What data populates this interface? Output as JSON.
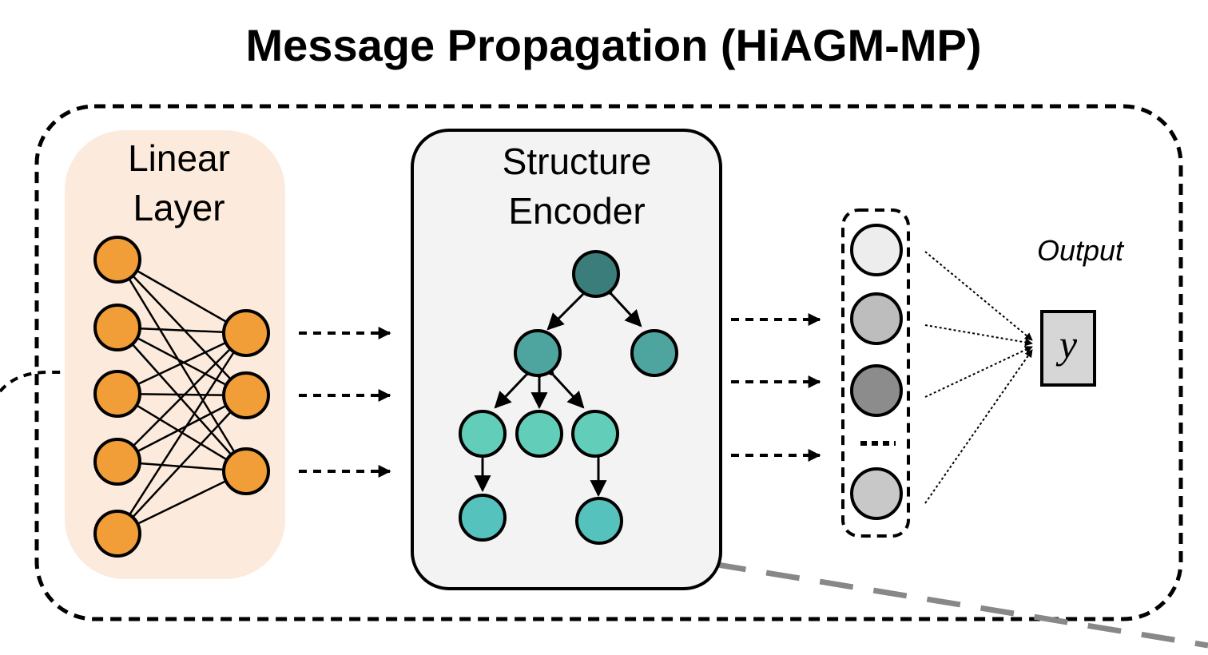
{
  "title": "Message Propagation (HiAGM-MP)",
  "linear_layer": {
    "label_line1": "Linear",
    "label_line2": "Layer"
  },
  "structure_encoder": {
    "label_line1": "Structure",
    "label_line2": "Encoder"
  },
  "output": {
    "label": "Output",
    "symbol": "y"
  },
  "colors": {
    "orange_node": "#F19D38",
    "linear_bg": "#FCEBDC",
    "encoder_bg": "#F3F3F3",
    "tree_root": "#3A7D7A",
    "tree_level1": "#4EA59F",
    "tree_level2": "#62CDB9",
    "tree_level3": "#56C2BE",
    "output_box": "#D6D6D6",
    "gray_node_1": "#EDEDED",
    "gray_node_2": "#BDBDBD",
    "gray_node_3": "#8C8C8C",
    "gray_node_4": "#C8C8C8"
  }
}
